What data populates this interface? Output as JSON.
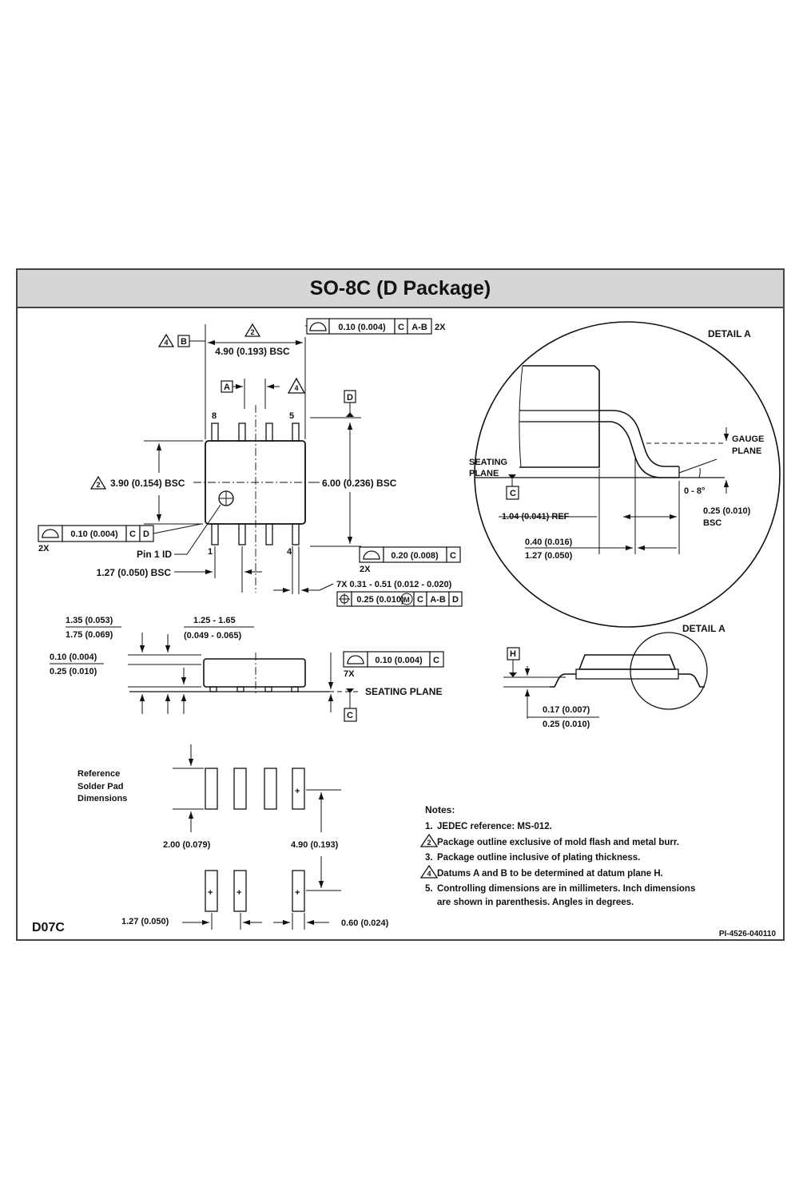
{
  "title": "SO-8C (D Package)",
  "drawing_code": "D07C",
  "doc_number": "PI-4526-040110",
  "top_view": {
    "dim_width": "4.90 (0.193) BSC",
    "dim_height": "3.90 (0.154) BSC",
    "dim_overall": "6.00 (0.236) BSC",
    "pitch": "1.27 (0.050) BSC",
    "lead_width": "7X 0.31 - 0.51 (0.012 - 0.020)",
    "pin1_label": "Pin 1 ID",
    "pin_numbers": [
      "8",
      "5",
      "1",
      "4"
    ],
    "fcf_top": {
      "tol": "0.10 (0.004)",
      "refs": [
        "C",
        "A-B"
      ],
      "mult": "2X"
    },
    "fcf_left": {
      "tol": "0.10 (0.004)",
      "refs": [
        "C",
        "D"
      ],
      "mult": "2X"
    },
    "fcf_right": {
      "tol": "0.20 (0.008)",
      "refs": [
        "C"
      ],
      "mult": "2X"
    },
    "fcf_position": {
      "tol": "0.25 (0.010)",
      "mod": "M",
      "refs": [
        "C",
        "A-B",
        "D"
      ]
    },
    "datum_a": "A",
    "datum_b": "B",
    "datum_d": "D",
    "note_flag_2": "2",
    "note_flag_4": "4"
  },
  "detail_a": {
    "label": "DETAIL A",
    "seating_plane": [
      "SEATING",
      "PLANE"
    ],
    "gauge_plane": [
      "GAUGE",
      "PLANE"
    ],
    "datum_c": "C",
    "angle": "0 - 8°",
    "gauge_dim": [
      "0.25 (0.010)",
      "BSC"
    ],
    "foot_ref": "1.04 (0.041) REF",
    "foot_len": [
      "0.40 (0.016)",
      "1.27 (0.050)"
    ]
  },
  "side_view": {
    "height_total": [
      "1.35 (0.053)",
      "1.75 (0.069)"
    ],
    "body_height": [
      "1.25 - 1.65",
      "(0.049 - 0.065)"
    ],
    "standoff": [
      "0.10 (0.004)",
      "0.25 (0.010)"
    ],
    "coplanarity": {
      "tol": "0.10 (0.004)",
      "refs": [
        "C"
      ],
      "mult": "7X"
    },
    "seating_plane": "SEATING PLANE",
    "datum_c": "C"
  },
  "end_view": {
    "datum_h": "H",
    "lead_thickness": [
      "0.17 (0.007)",
      "0.25 (0.010)"
    ],
    "detail_label": "DETAIL A"
  },
  "solder_pads": {
    "label": [
      "Reference",
      "Solder Pad",
      "Dimensions"
    ],
    "pad_length": "2.00 (0.079)",
    "row_span": "4.90 (0.193)",
    "pitch": "1.27 (0.050)",
    "pad_width": "0.60 (0.024)"
  },
  "notes": {
    "heading": "Notes:",
    "items": [
      {
        "num": "1.",
        "text": "JEDEC reference: MS-012."
      },
      {
        "num": "2",
        "text": "Package outline exclusive of mold flash and metal burr."
      },
      {
        "num": "3.",
        "text": "Package outline inclusive of plating thickness."
      },
      {
        "num": "4",
        "text": "Datums A and B to be determined at datum plane H."
      },
      {
        "num": "5.",
        "text": "Controlling dimensions are in millimeters. Inch dimensions"
      }
    ],
    "continuation": "are shown in parenthesis. Angles in degrees."
  }
}
